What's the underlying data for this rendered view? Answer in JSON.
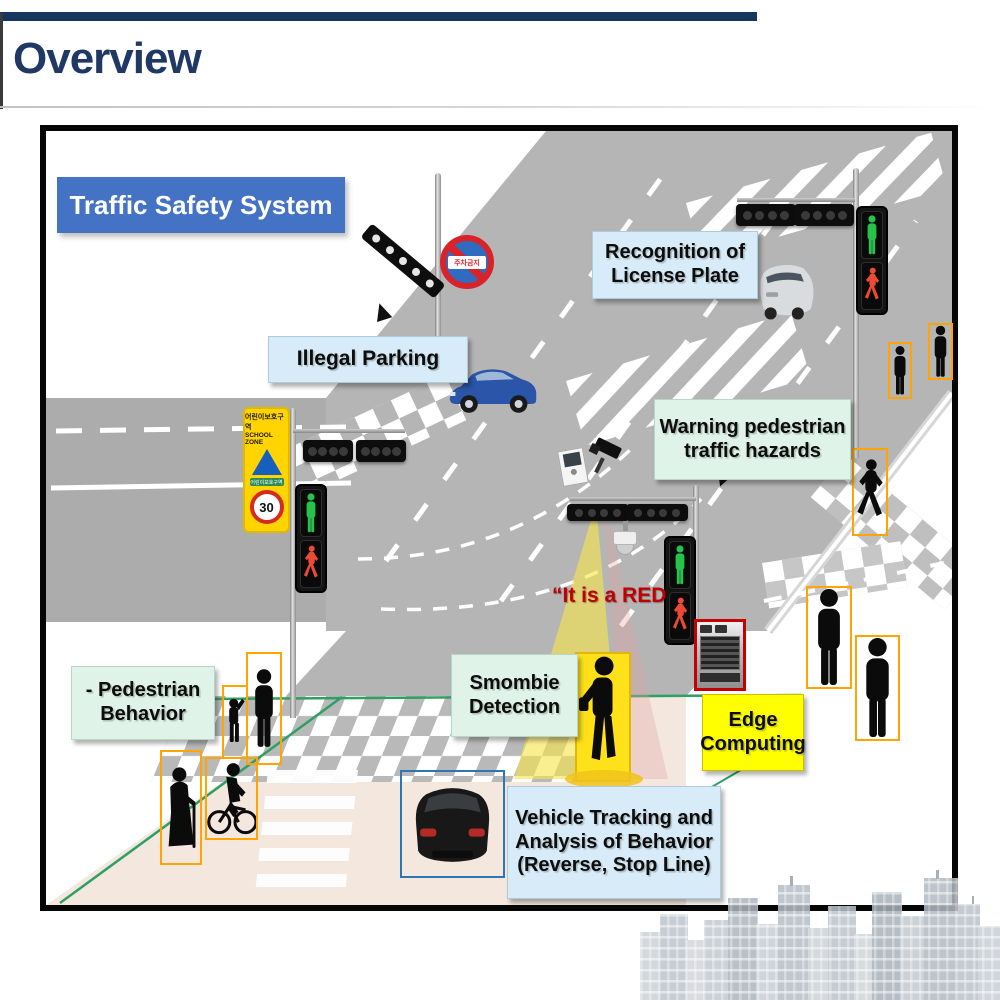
{
  "page": {
    "title": "Overview"
  },
  "diagram": {
    "system_title": "Traffic Safety System",
    "labels": {
      "illegal_parking": "Illegal Parking",
      "license_plate": "Recognition of\nLicense Plate",
      "warning_pedestrian": "Warning pedestrian\ntraffic hazards",
      "smombie": "Smombie\nDetection",
      "edge_computing": "Edge\nComputing",
      "vehicle_tracking": "Vehicle Tracking and\nAnalysis of Behavior\n(Reverse, Stop Line)",
      "pedestrian_behavior": "- Pedestrian\nBehavior",
      "red_alert": "“It is a RED"
    },
    "signs": {
      "school_zone_korean": "어린이보호구역",
      "school_zone_english": "SCHOOL ZONE",
      "school_zone_badge": "어린이보호구역",
      "school_zone_speed": "30",
      "no_parking": "주차금지"
    },
    "colors": {
      "title_navy": "#1F3864",
      "system_blue": "#4472C4",
      "label_blue": "#D7EBF8",
      "label_green": "#DFF3E8",
      "label_yellow": "#FFFF00",
      "alert_red": "#C00000",
      "bbox_orange": "#FFA400",
      "signal_green": "#27C24C",
      "signal_red": "#ED4A33",
      "road_gray": "#B3B3B3"
    }
  }
}
